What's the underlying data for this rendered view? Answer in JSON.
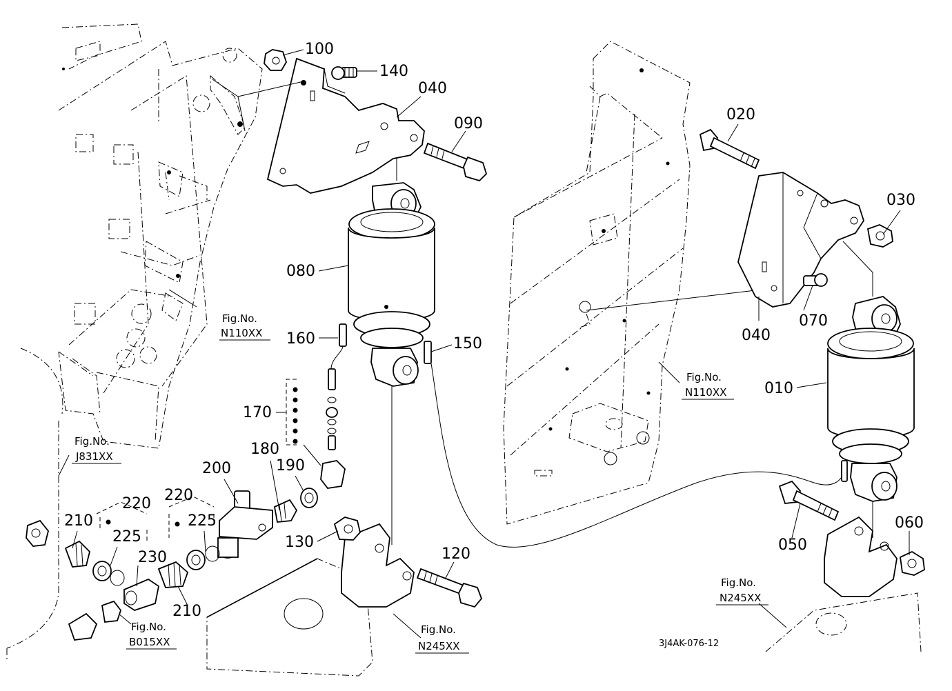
{
  "drawing_code": "3J4AK-076-12",
  "labels": {
    "p100": "100",
    "p140": "140",
    "p040a": "040",
    "p090": "090",
    "p080": "080",
    "p160": "160",
    "p150": "150",
    "p170": "170",
    "p180": "180",
    "p190": "190",
    "p200": "200",
    "p220a": "220",
    "p220b": "220",
    "p210a": "210",
    "p225a": "225",
    "p225b": "225",
    "p230": "230",
    "p210b": "210",
    "p130": "130",
    "p120": "120",
    "p020": "020",
    "p030": "030",
    "p040b": "040",
    "p070": "070",
    "p010": "010",
    "p050": "050",
    "p060": "060"
  },
  "figrefs": {
    "f1": {
      "title": "Fig.No.",
      "code": "N110XX"
    },
    "f2": {
      "title": "Fig.No.",
      "code": "J831XX"
    },
    "f3": {
      "title": "Fig.No.",
      "code": "B015XX"
    },
    "f4": {
      "title": "Fig.No.",
      "code": "N245XX"
    },
    "f5": {
      "title": "Fig.No.",
      "code": "N110XX"
    },
    "f6": {
      "title": "Fig.No.",
      "code": "N245XX"
    }
  }
}
